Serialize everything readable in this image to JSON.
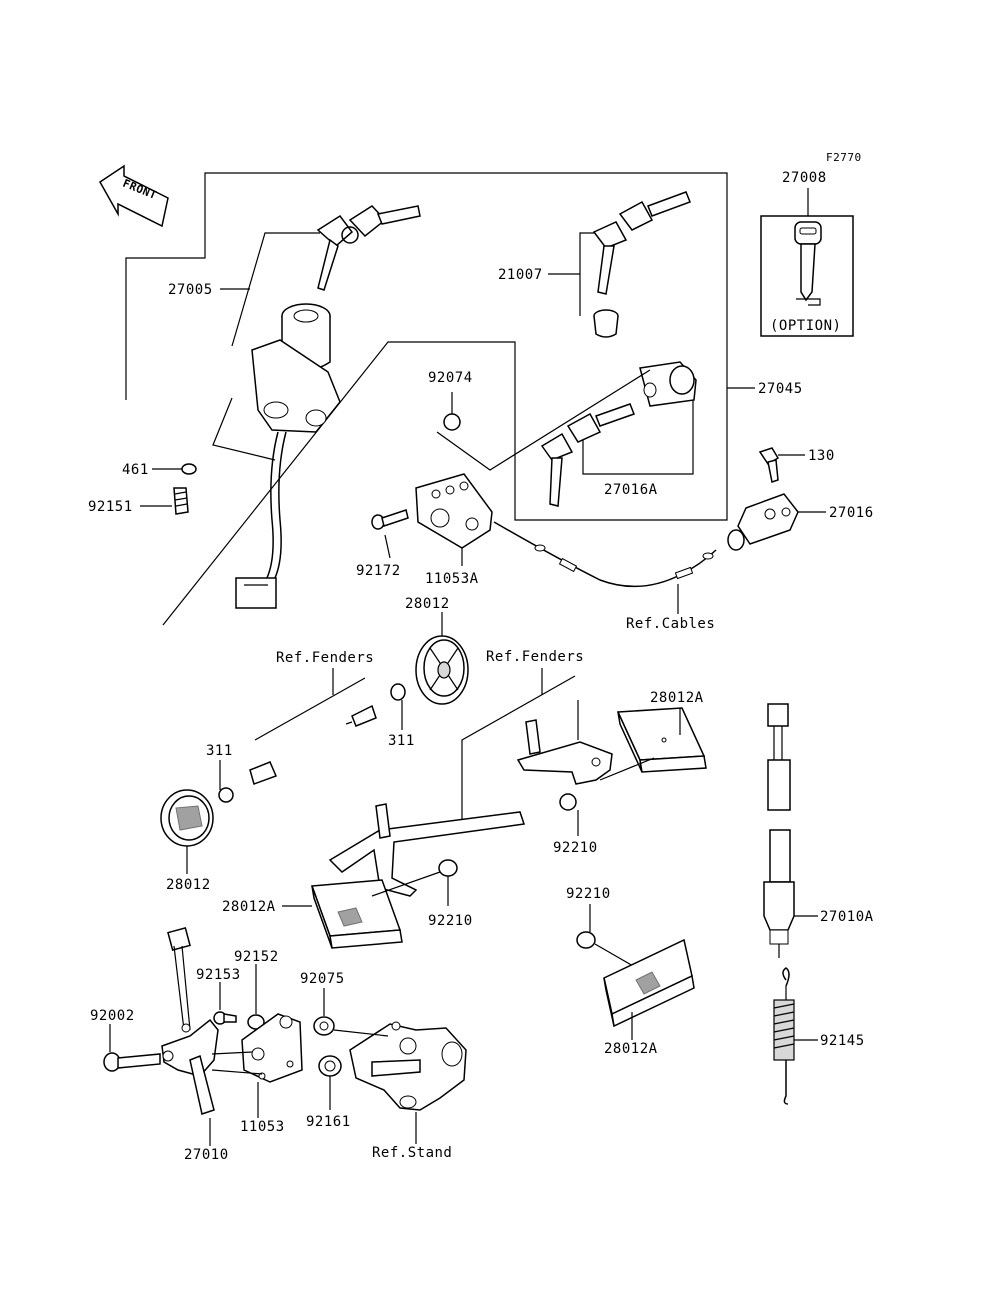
{
  "figure_code": "F2770",
  "front_label": "FRONT",
  "labels": {
    "p27008": "27008",
    "option": "(OPTION)",
    "p21007": "21007",
    "p27005": "27005",
    "p27045": "27045",
    "p92074": "92074",
    "p27016A": "27016A",
    "p461": "461",
    "p92151": "92151",
    "p130": "130",
    "p27016": "27016",
    "p92172": "92172",
    "p11053A": "11053A",
    "p28012_top": "28012",
    "ref_cables": "Ref.Cables",
    "ref_fenders_left": "Ref.Fenders",
    "ref_fenders_right": "Ref.Fenders",
    "p28012A_top": "28012A",
    "p311_upper": "311",
    "p311_lower": "311",
    "p28012_left": "28012",
    "p92210_upper": "92210",
    "p28012A_mid": "28012A",
    "p92210_mid": "92210",
    "p92210_right": "92210",
    "p27010A": "27010A",
    "p92152": "92152",
    "p92153": "92153",
    "p92075": "92075",
    "p92002": "92002",
    "p28012A_bottom": "28012A",
    "p92145": "92145",
    "p11053": "11053",
    "p92161": "92161",
    "p27010": "27010",
    "ref_stand": "Ref.Stand"
  }
}
